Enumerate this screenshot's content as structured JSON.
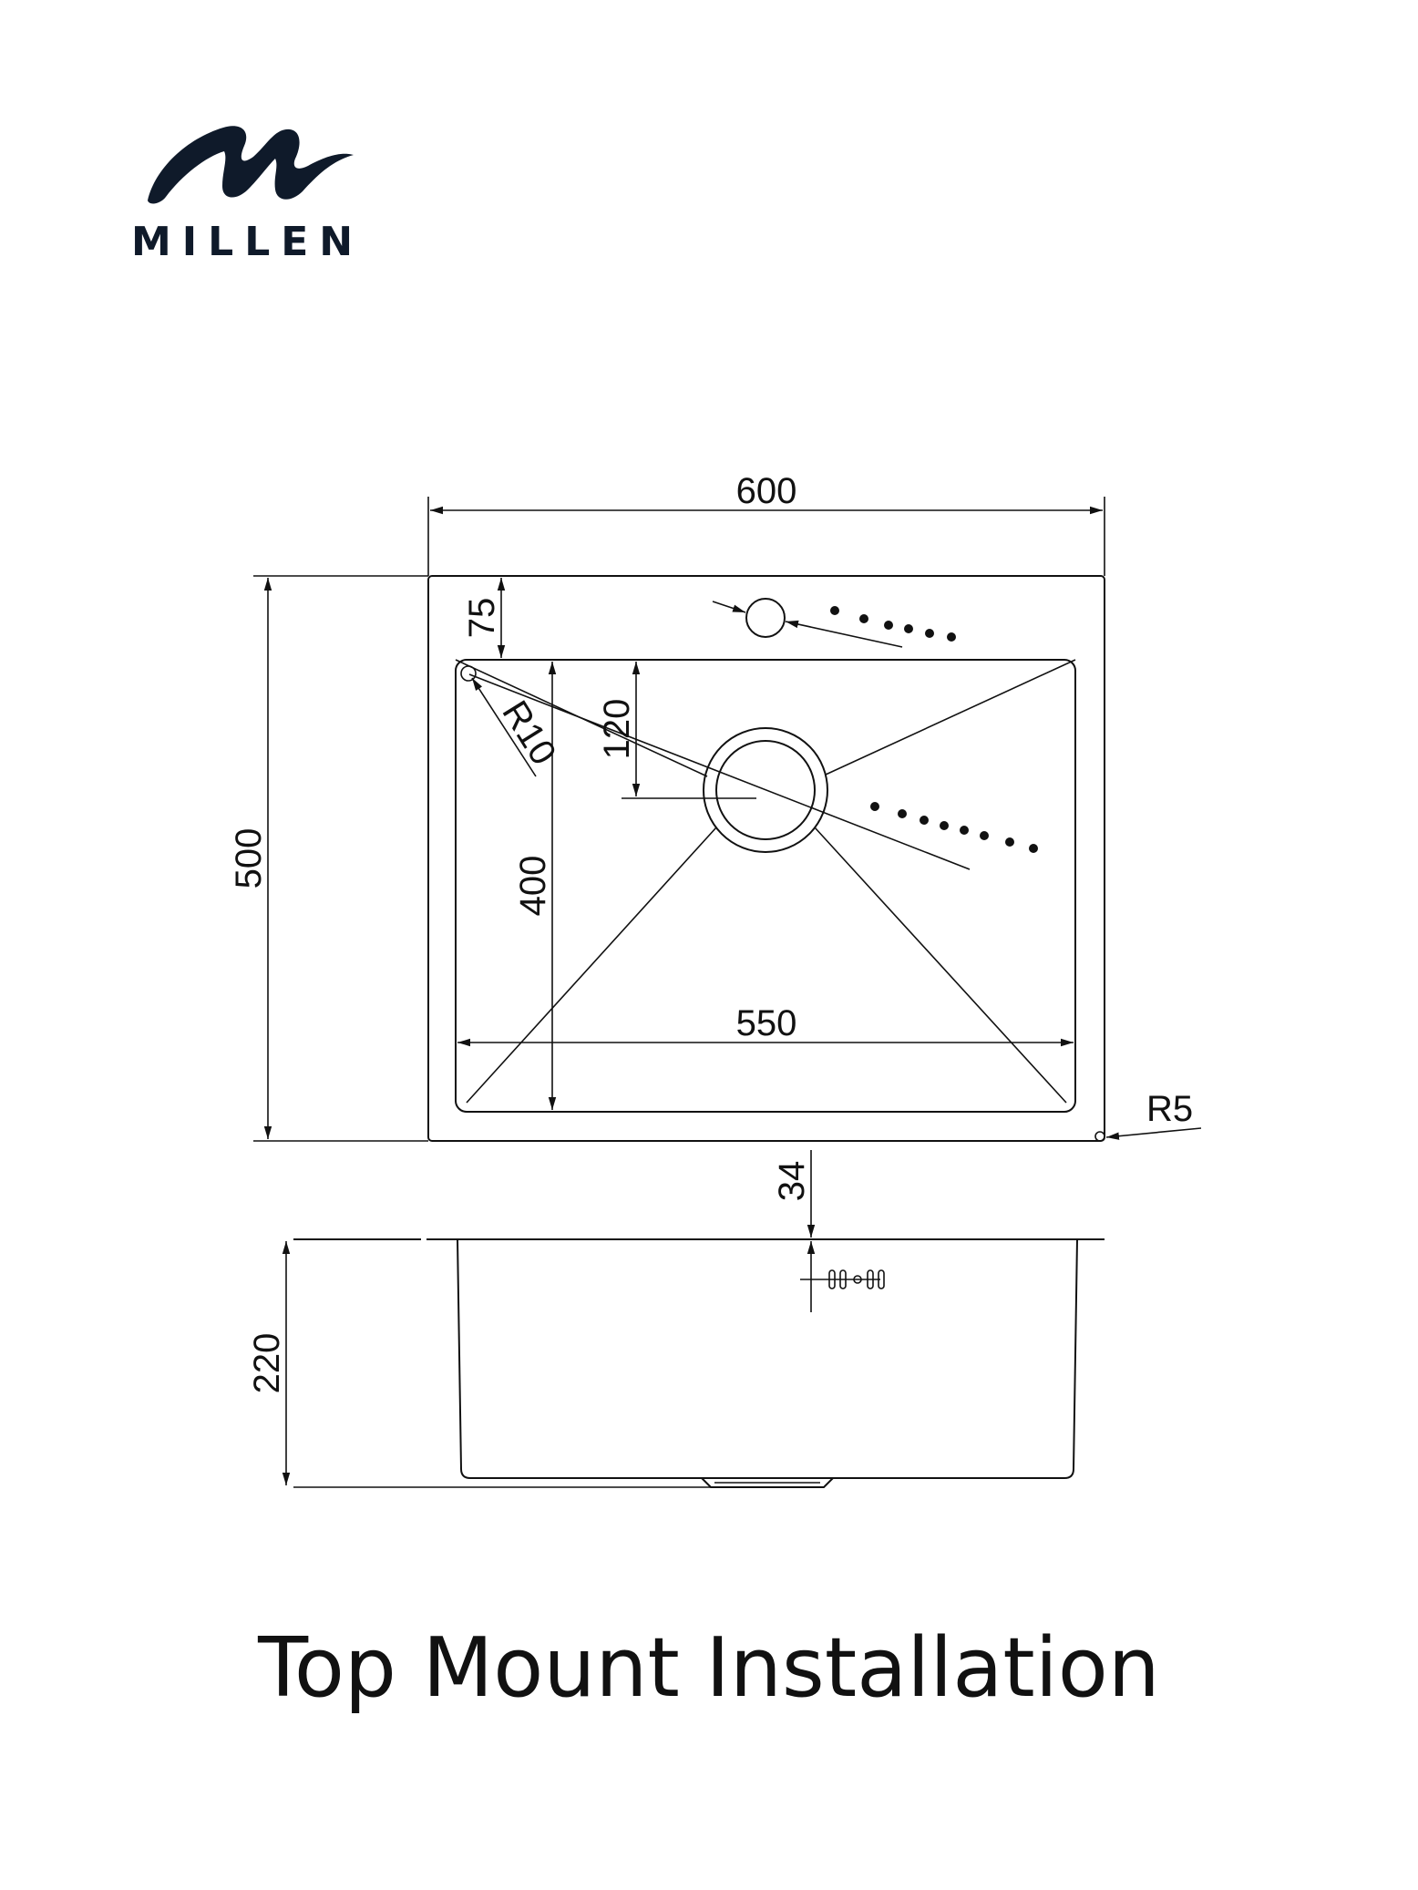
{
  "brand": {
    "name": "MILLEN",
    "logo_icon": "wave-m-logo",
    "color": "#0f1a2a"
  },
  "drawing": {
    "top_view": {
      "overall_width": "600",
      "overall_depth": "500",
      "front_margin": "75",
      "drain_offset": "120",
      "bowl_depth": "400",
      "bowl_width": "550",
      "corner_radius_inner": "R10",
      "corner_radius_outer": "R5"
    },
    "side_view": {
      "rim_thickness": "34",
      "bowl_height": "220"
    }
  },
  "caption": "Top Mount Installation"
}
